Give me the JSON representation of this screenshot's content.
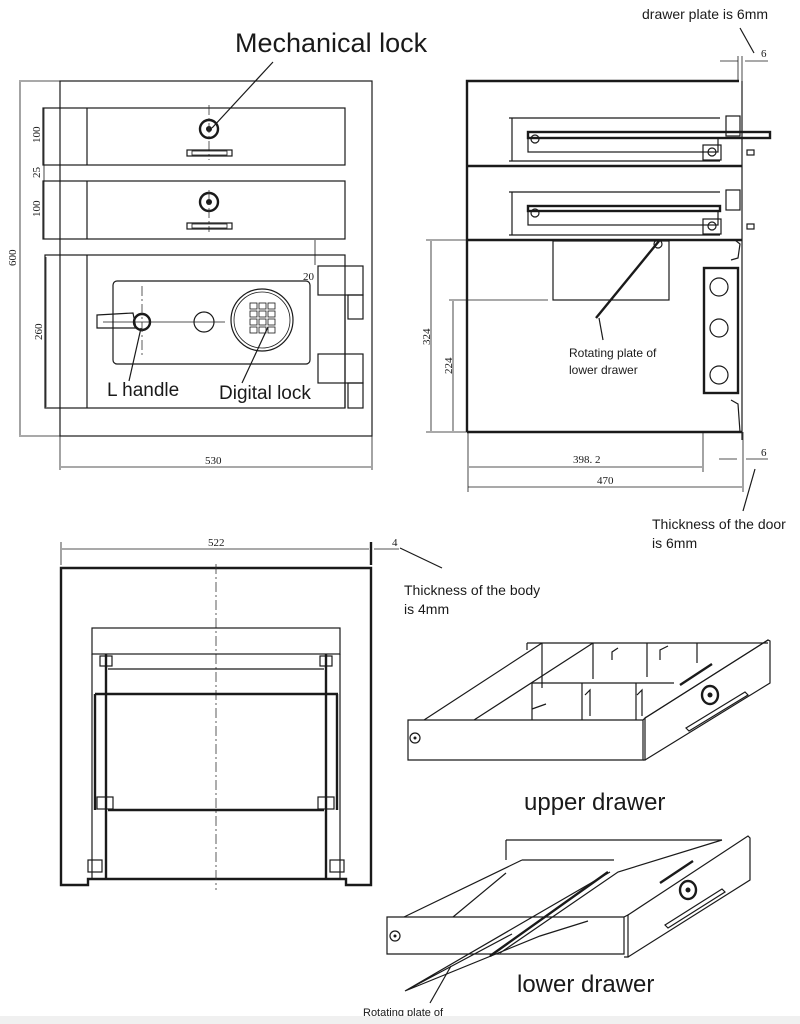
{
  "title": "Safe with drawers — technical drawing",
  "front_view": {
    "callout_mechanical_lock": "Mechanical lock",
    "callout_l_handle": "L handle",
    "callout_digital_lock": "Digital lock",
    "dims": {
      "total_height": "600",
      "drawer1_height": "100",
      "gap": "25",
      "drawer2_height": "100",
      "door_height": "260",
      "hinge_offset": "20",
      "total_width": "530"
    }
  },
  "side_view": {
    "note_drawer_plate_line1": "drawer plate is 6mm",
    "note_rotating_plate": [
      "Rotating plate of",
      "lower drawer"
    ],
    "note_door_thickness": [
      "Thickness of the door",
      "is 6mm"
    ],
    "dims": {
      "drawer_plate": "6",
      "door_thickness": "6",
      "compartment_height": "324",
      "inner_height": "224",
      "inner_depth": "398. 2",
      "total_depth": "470"
    }
  },
  "top_view": {
    "note_body_thickness": [
      "Thickness of the body",
      "is 4mm"
    ],
    "dims": {
      "inner_width": "522",
      "body_thickness": "4"
    }
  },
  "isometric": {
    "upper_drawer_label": "upper drawer",
    "lower_drawer_label": "lower drawer",
    "rotating_plate_label": "Rotating plate of"
  }
}
